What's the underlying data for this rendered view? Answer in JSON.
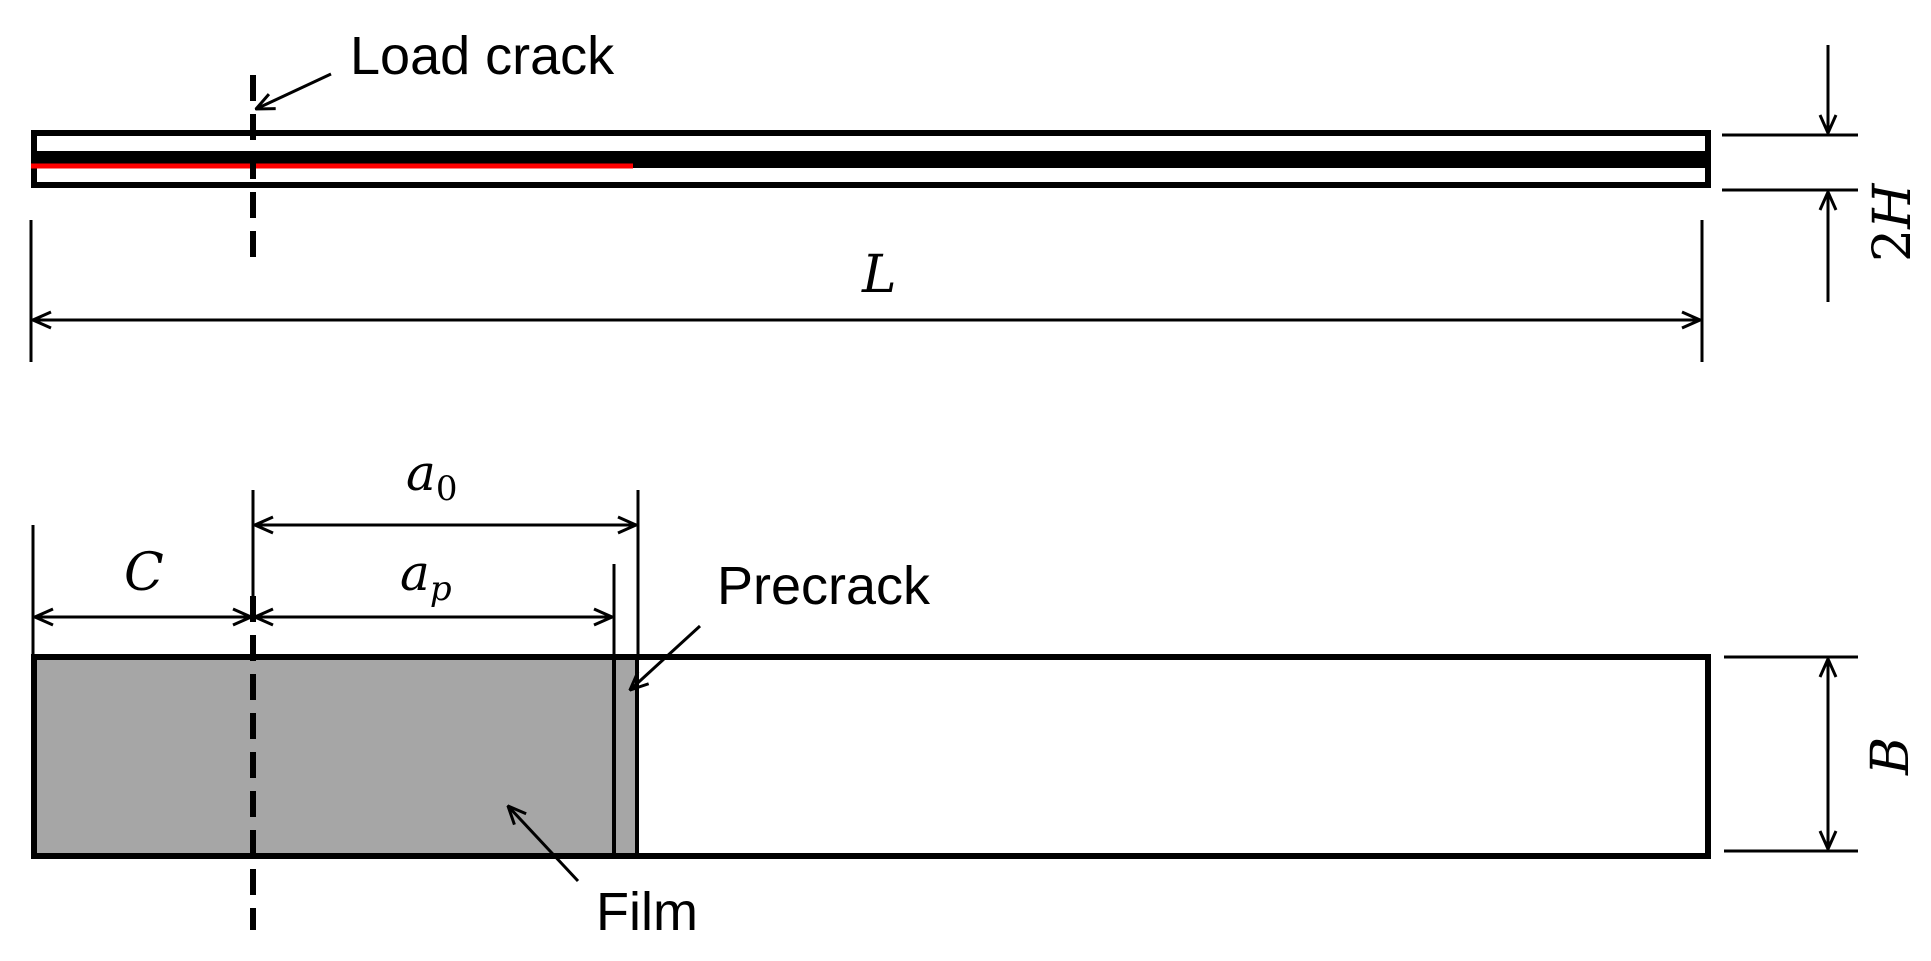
{
  "labels": {
    "load_crack": "Load crack",
    "precrack": "Precrack",
    "film": "Film"
  },
  "dimensions": {
    "length": "L",
    "thickness_prefix": "2",
    "thickness_var": "H",
    "width": "B",
    "offset": "C",
    "crack_initial_var": "a",
    "crack_initial_sub": "0",
    "crack_pre_var": "a",
    "crack_pre_sub": "p"
  },
  "colors": {
    "stroke": "#000000",
    "film_fill": "#a6a6a6",
    "crack_line": "#ff0000",
    "background": "#ffffff"
  }
}
